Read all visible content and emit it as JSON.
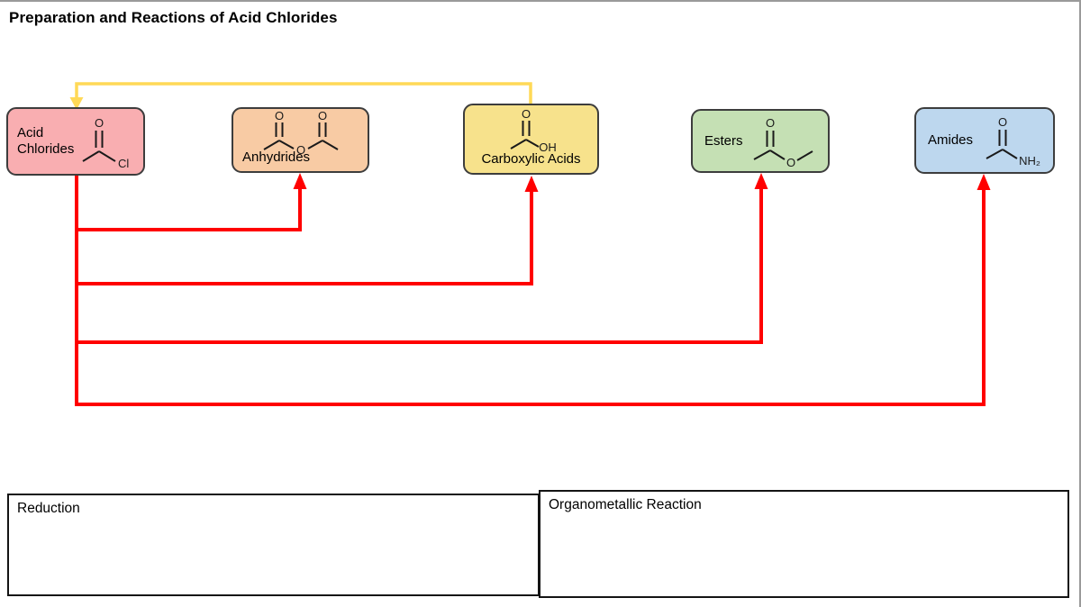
{
  "page": {
    "title": "Preparation and Reactions of Acid Chlorides",
    "background": "#ffffff",
    "border_color": "#9a9a9a"
  },
  "nodes": [
    {
      "id": "acid-chlorides",
      "label": "Acid Chlorides",
      "fill": "#F9AEB1",
      "atoms": {
        "carbonyl_o": "O",
        "substituent": "Cl"
      }
    },
    {
      "id": "anhydrides",
      "label": "Anhydrides",
      "fill": "#F8CBA4",
      "atoms": {
        "left_o": "O",
        "right_o": "O",
        "bridge_o": "O"
      }
    },
    {
      "id": "carboxylic-acids",
      "label": "Carboxylic Acids",
      "fill": "#F7E28C",
      "atoms": {
        "carbonyl_o": "O",
        "substituent": "OH"
      }
    },
    {
      "id": "esters",
      "label": "Esters",
      "fill": "#C5E0B4",
      "atoms": {
        "carbonyl_o": "O",
        "substituent": "O"
      }
    },
    {
      "id": "amides",
      "label": "Amides",
      "fill": "#BDD7EE",
      "atoms": {
        "carbonyl_o": "O",
        "substituent": "NH₂"
      }
    }
  ],
  "edges": {
    "red": {
      "color": "#FF0000",
      "list": [
        {
          "from": "Acid Chlorides",
          "to": "Anhydrides"
        },
        {
          "from": "Acid Chlorides",
          "to": "Carboxylic Acids"
        },
        {
          "from": "Acid Chlorides",
          "to": "Esters"
        },
        {
          "from": "Acid Chlorides",
          "to": "Amides"
        }
      ]
    },
    "yellow": {
      "color": "#FFD957",
      "list": [
        {
          "from": "Carboxylic Acids",
          "to": "Acid Chlorides"
        }
      ]
    }
  },
  "bottom_sections": [
    {
      "label": "Reduction"
    },
    {
      "label": "Organometallic Reaction"
    }
  ]
}
